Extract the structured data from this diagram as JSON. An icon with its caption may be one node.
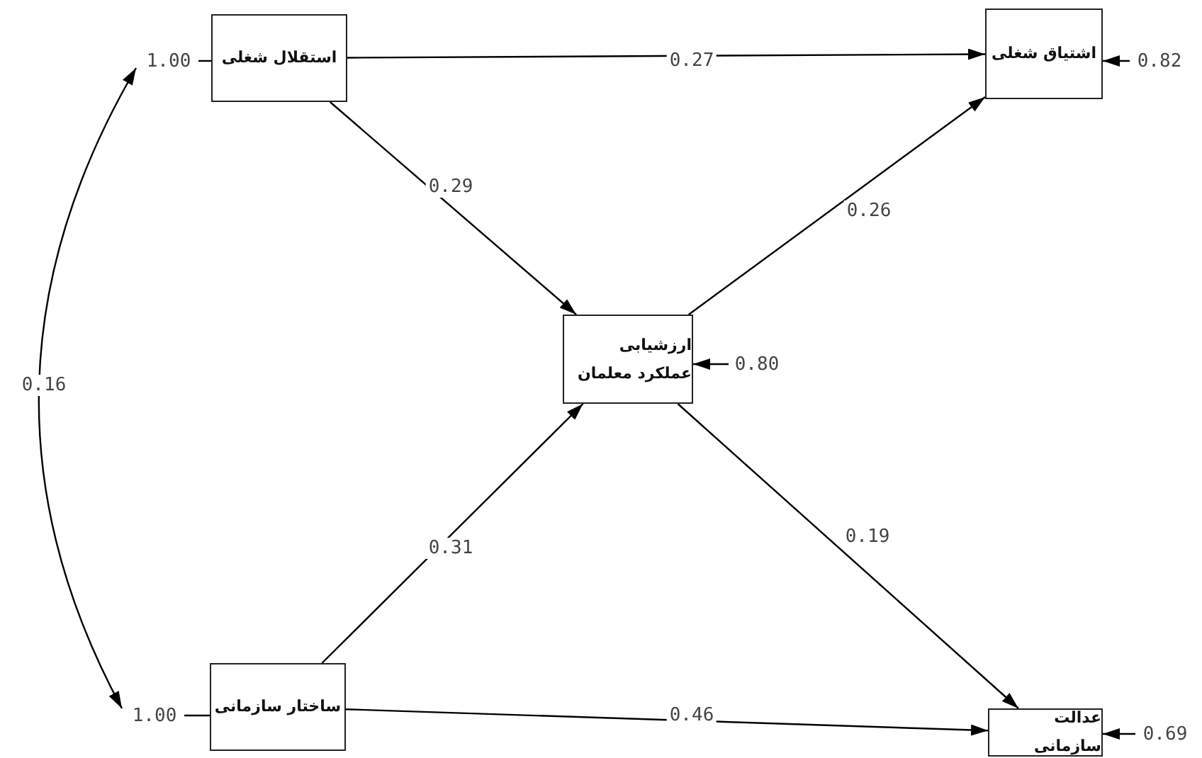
{
  "diagram": {
    "nodes": [
      {
        "text": [
          "استقلال شغلی"
        ]
      },
      {
        "text": [
          "اشتیاق شغلی"
        ]
      },
      {
        "text": [
          "ارزشیابی عملکرد معلمان"
        ]
      },
      {
        "text": [
          "ساختار سازمانی"
        ]
      },
      {
        "text": [
          "عدالت سازمانی"
        ]
      },
      {
        "text": [
          "1.00"
        ]
      },
      {
        "text": [
          "1.00"
        ]
      },
      {
        "text": [
          "0.82"
        ]
      },
      {
        "text": [
          "0.80"
        ]
      },
      {
        "text": [
          "0.69"
        ]
      }
    ],
    "edges": [
      {
        "from": 0,
        "to": 1,
        "arrow": "to",
        "label": "0.27"
      },
      {
        "from": 0,
        "to": 2,
        "arrow": "to",
        "label": "0.29"
      },
      {
        "from": 2,
        "to": 1,
        "arrow": "to",
        "label": "0.26"
      },
      {
        "from": 3,
        "to": 2,
        "arrow": "to",
        "label": "0.31"
      },
      {
        "from": 2,
        "to": 4,
        "arrow": "to",
        "label": "0.19"
      },
      {
        "from": 3,
        "to": 4,
        "arrow": "to",
        "label": "0.46"
      },
      {
        "from": 5,
        "to": 6,
        "arrow": "both",
        "label": "0.16"
      },
      {
        "from": 5,
        "to": 0,
        "arrow": "none"
      },
      {
        "from": 6,
        "to": 3,
        "arrow": "none"
      },
      {
        "from": 7,
        "to": 1,
        "arrow": "to"
      },
      {
        "from": 8,
        "to": 2,
        "arrow": "to"
      },
      {
        "from": 9,
        "to": 4,
        "arrow": "to"
      }
    ]
  }
}
